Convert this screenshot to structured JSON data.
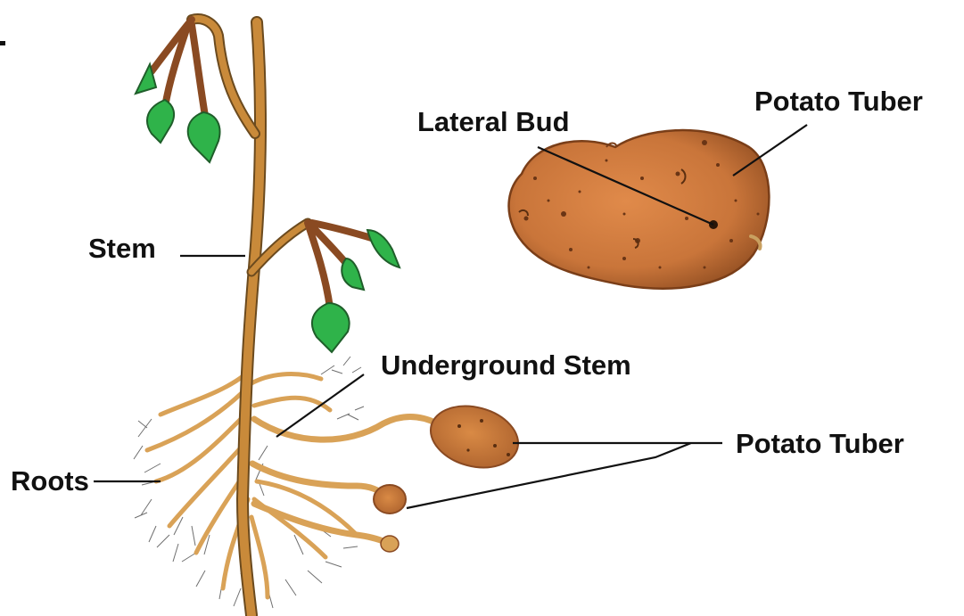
{
  "diagram": {
    "labels": {
      "stem": "Stem",
      "lateral_bud": "Lateral Bud",
      "potato_tuber_top": "Potato Tuber",
      "underground_stem": "Underground Stem",
      "potato_tuber_bottom": "Potato Tuber",
      "roots": "Roots"
    },
    "colors": {
      "stem": "#c98a3a",
      "stem_outline": "#6b4a1e",
      "root": "#d9a257",
      "leaf": "#2fb34a",
      "leaf_stalk": "#8a4a22",
      "tuber": "#c9753a",
      "tuber_dark": "#8a4a22",
      "fine_root": "#6f6f6f",
      "leader_line": "#111111"
    }
  }
}
